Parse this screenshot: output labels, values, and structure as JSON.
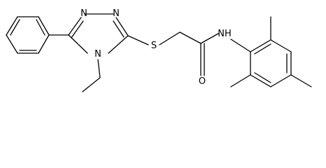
{
  "molecule": {
    "atoms": {
      "n_triazole_top_left": "N",
      "n_triazole_top_right": "N",
      "n_triazole_ring": "N",
      "s_thioether": "S",
      "o_carbonyl": "O",
      "nh_amide": "NH"
    }
  },
  "colors": {
    "bond": "#000000",
    "label": "#000000",
    "background": "#ffffff"
  }
}
